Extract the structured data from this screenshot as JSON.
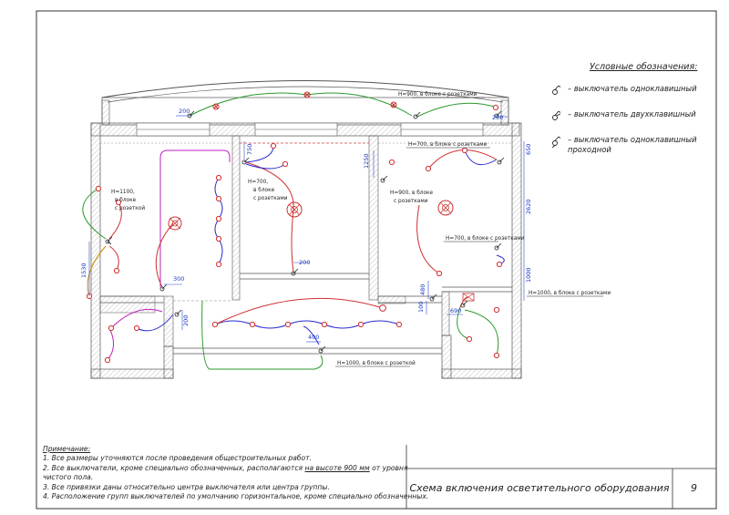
{
  "legend": {
    "title": "Условные обозначения:",
    "items": [
      {
        "icon": "single-switch-icon",
        "text": "– выключатель одноклавишный"
      },
      {
        "icon": "double-switch-icon",
        "text": "– выключатель двухклавишный"
      },
      {
        "icon": "passthrough-switch-icon",
        "text": "– выключатель одноклавишный",
        "text2": "проходной"
      }
    ]
  },
  "dimensions": {
    "d200a": "200",
    "d250": "250",
    "d750": "750",
    "d1250": "1250",
    "d650": "650",
    "d2620": "2620",
    "d1000": "1000",
    "d1530": "1530",
    "d300": "300",
    "d200b": "200",
    "d200c": "200",
    "d480": "480",
    "d100": "100",
    "d690": "690",
    "d400": "400"
  },
  "annotations": {
    "h900_top": "H=900, в блоке с розетками",
    "h1100": [
      "H=1100,",
      "в блоке",
      "с розеткой"
    ],
    "h700_mid": [
      "H=700,",
      "в блоке",
      "с розетками"
    ],
    "h700_right_top": "H=700, в блоке с розетками",
    "h900_right": [
      "H=900, в блоке",
      "с розетками"
    ],
    "h700_right_mid": "H=700, в блоке с розетками",
    "h1000_right": "H=1000, в блоке с розетками",
    "h1000_bottom": "H=1000, в блоке с розеткой"
  },
  "notes": {
    "title": "Примечание:",
    "line1": "1. Все размеры уточняются после проведения общестроительных работ.",
    "line2a": "2. Все выключатели, кроме специально обозначенных, располагаются ",
    "line2u": "на высоте 900 мм",
    "line2b": " от уровня",
    "line2c": "чистого пола.",
    "line3": "3. Все привязки даны относительно центра выключателя или центра группы.",
    "line4": "4. Расположение групп выключателей по умолчанию горизонтальное, кроме специально обозначенных."
  },
  "title_block": {
    "title": "Схема включения осветительного оборудования",
    "sheet": "9"
  }
}
